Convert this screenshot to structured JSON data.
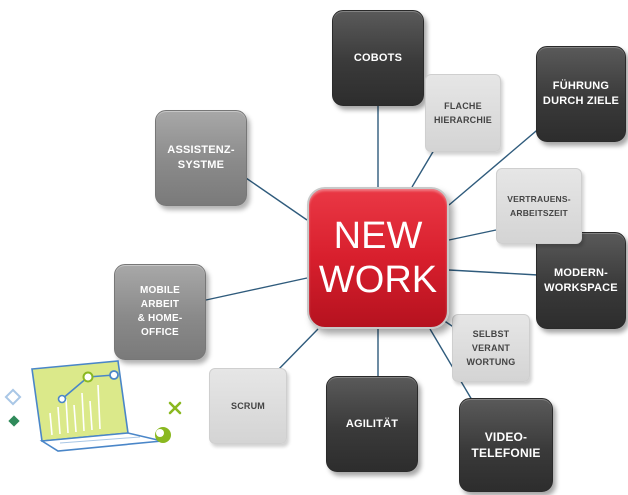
{
  "center": {
    "label": "NEW\nWORK",
    "color": "#d81f2d"
  },
  "nodes": {
    "cobots": "COBOTS",
    "flache_hierarchie": "FLACHE\nHIERARCHIE",
    "fuehrung": "FÜHRUNG\nDURCH ZIELE",
    "assistenzsysteme": "ASSISTENZ-\nSYSTME",
    "vertrauensarbeitszeit": "VERTRAUENS-\nARBEITSZEIT",
    "modern_workspace": "MODERN-\nWORKSPACE",
    "mobile_arbeit": "MOBILE\nARBEIT\n& HOME-\nOFFICE",
    "selbstverantwortung": "SELBST\nVERANT\nWORTUNG",
    "scrum": "SCRUM",
    "agilitaet": "AGILITÄT",
    "videotelefonie": "VIDEO-\nTELEFONIE"
  },
  "colors": {
    "dark_box": "#3a3a3a",
    "mid_box": "#8a8a8a",
    "light_box": "#d9d9d9",
    "connector": "#2f5b7c",
    "laptop_screen": "#d6e87a",
    "accent_green": "#8ab820",
    "accent_blue": "#4a86c8"
  },
  "icons": [
    "laptop-chart-icon",
    "diamond-icon",
    "cross-icon"
  ]
}
